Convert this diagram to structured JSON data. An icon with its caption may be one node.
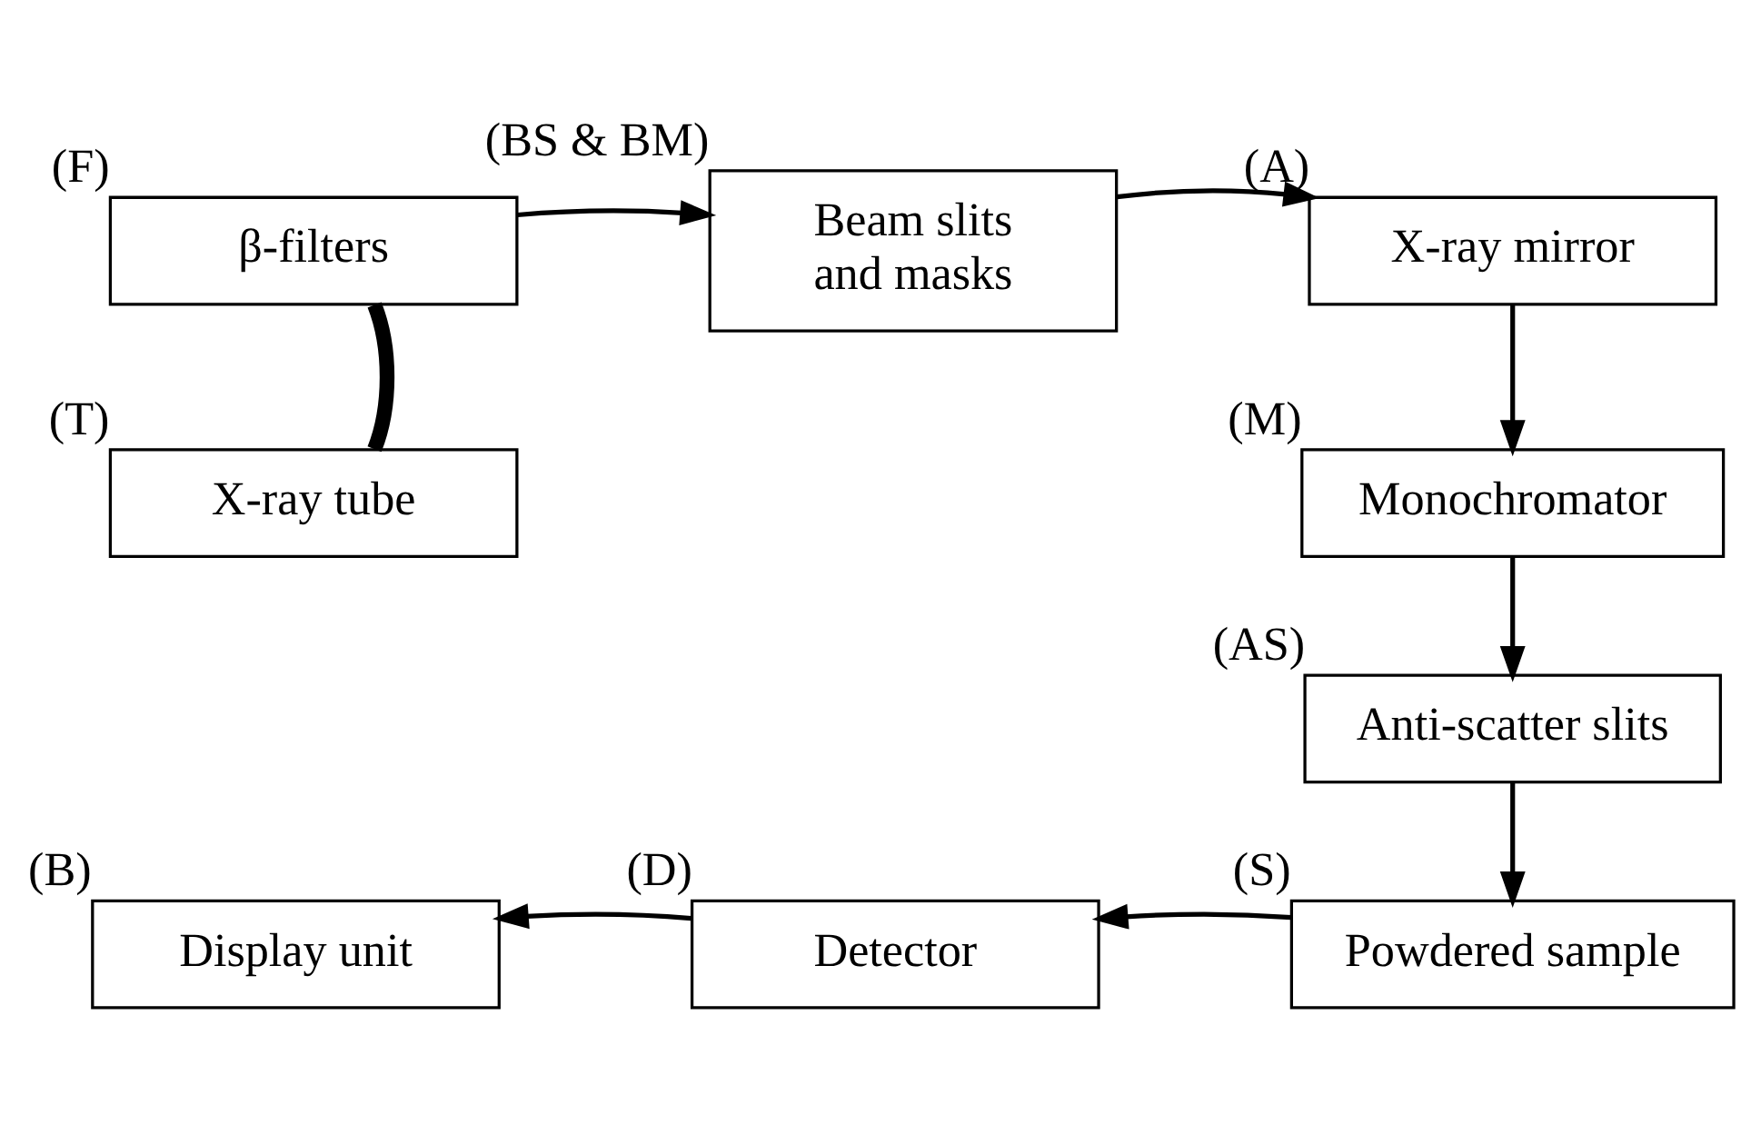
{
  "diagram": {
    "nodes": [
      {
        "text": [
          "β-filters"
        ],
        "beside": [
          "(F)"
        ]
      },
      {
        "text": [
          "Beam slits and masks"
        ],
        "beside": [
          "(BS & BM)"
        ]
      },
      {
        "text": [
          "X-ray mirror"
        ],
        "beside": [
          "(A)"
        ]
      },
      {
        "text": [
          "X-ray tube"
        ],
        "beside": [
          "(T)"
        ]
      },
      {
        "text": [
          "Monochromator"
        ],
        "beside": [
          "(M)"
        ]
      },
      {
        "text": [
          "Anti-scatter slits"
        ],
        "beside": [
          "(AS)"
        ]
      },
      {
        "text": [
          "Display unit"
        ],
        "beside": [
          "(B)"
        ]
      },
      {
        "text": [
          "Detector"
        ],
        "beside": [
          "(D)"
        ]
      },
      {
        "text": [
          "Powdered sample"
        ],
        "beside": [
          "(S)"
        ]
      }
    ],
    "edges": [
      {
        "from": 3,
        "to": 0,
        "arrow": "none",
        "style": "thick"
      },
      {
        "from": 0,
        "to": 1,
        "arrow": "to"
      },
      {
        "from": 1,
        "to": 2,
        "arrow": "to"
      },
      {
        "from": 2,
        "to": 4,
        "arrow": "to"
      },
      {
        "from": 4,
        "to": 5,
        "arrow": "to"
      },
      {
        "from": 5,
        "to": 8,
        "arrow": "to"
      },
      {
        "from": 8,
        "to": 7,
        "arrow": "to"
      },
      {
        "from": 7,
        "to": 6,
        "arrow": "to"
      }
    ]
  }
}
